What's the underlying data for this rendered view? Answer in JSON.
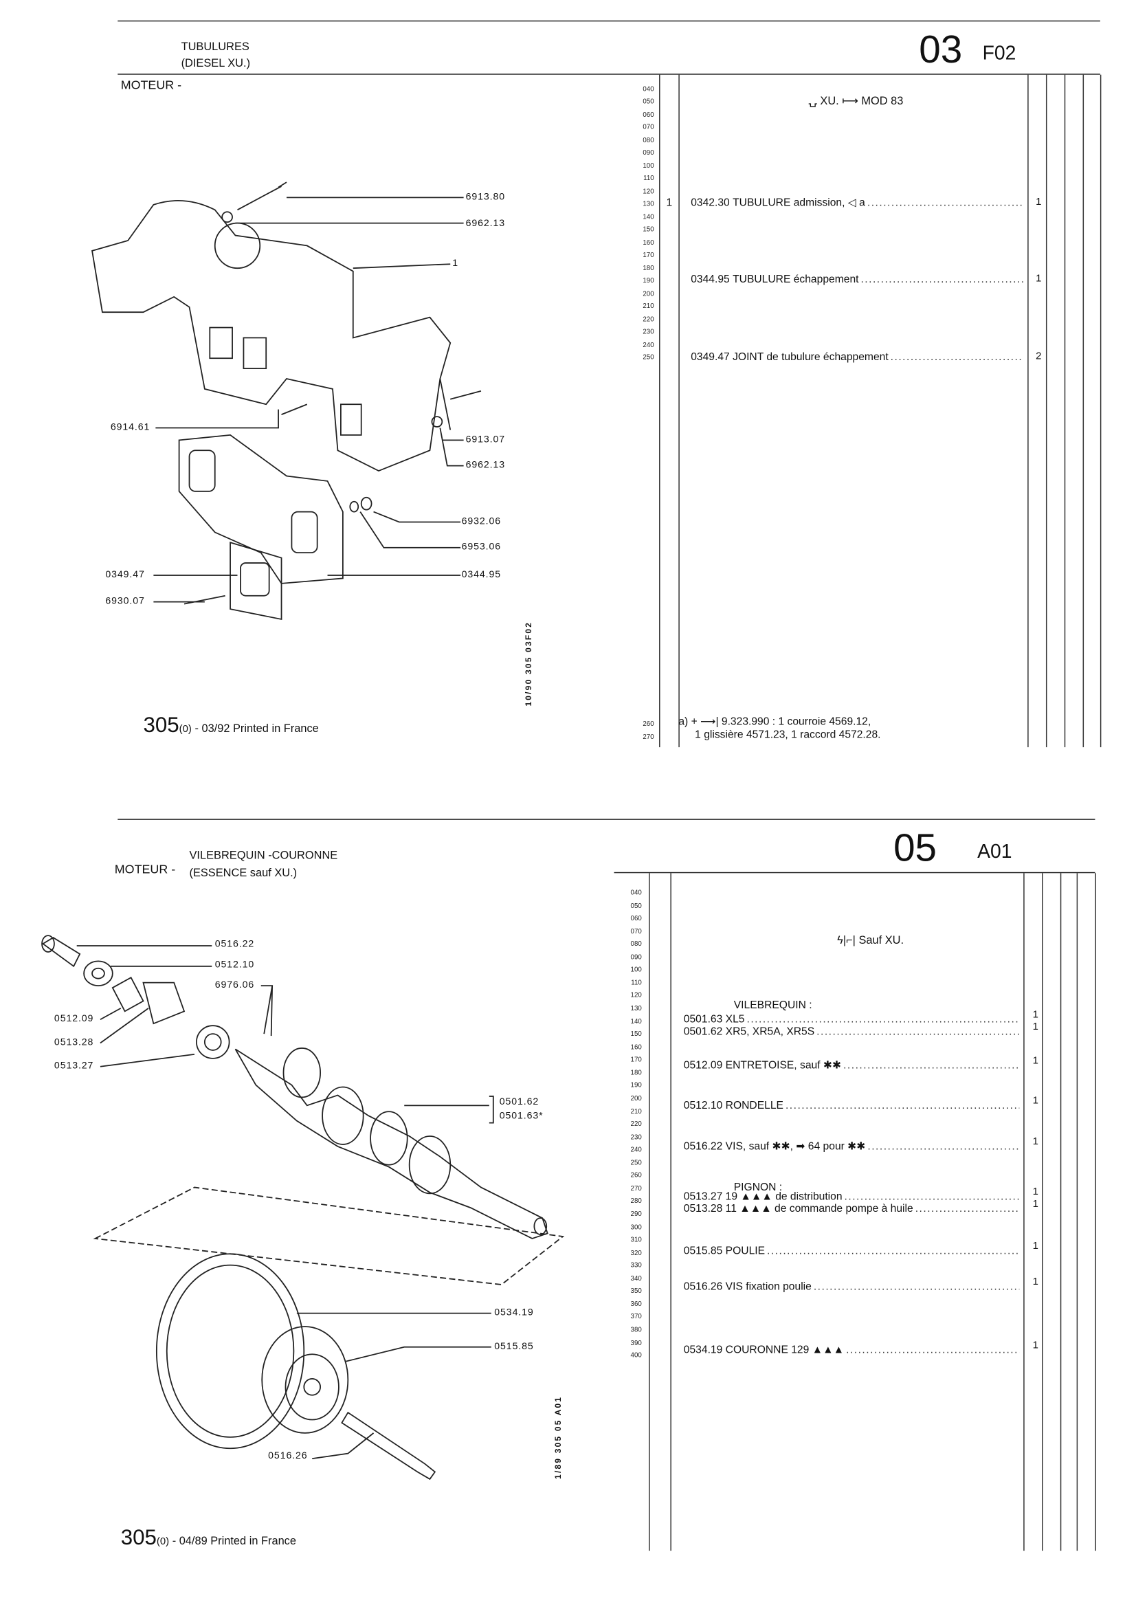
{
  "page1": {
    "header": {
      "prefix": "MOTEUR -",
      "title_line1": "TUBULURES",
      "title_line2": "(DIESEL XU.)",
      "group": "03",
      "subgroup": "F02"
    },
    "row_numbers": [
      "040",
      "050",
      "060",
      "070",
      "080",
      "090",
      "100",
      "110",
      "120",
      "130",
      "140",
      "150",
      "160",
      "170",
      "180",
      "190",
      "200",
      "210",
      "220",
      "230",
      "240",
      "250"
    ],
    "row_numbers_foot": [
      "260",
      "270"
    ],
    "note": "⍽ XU. ⟼ MOD 83",
    "items": [
      {
        "ref": "1",
        "part": "0342.30",
        "desc": "TUBULURE admission, ◁ a",
        "qty": "1"
      },
      {
        "ref": "",
        "part": "0344.95",
        "desc": "TUBULURE échappement",
        "qty": "1"
      },
      {
        "ref": "",
        "part": "0349.47",
        "desc": "JOINT de tubulure échappement",
        "qty": "2"
      }
    ],
    "footnote_line1": "a)  +  ⟶| 9.323.990 : 1 courroie 4569.12,",
    "footnote_line2": "1 glissière 4571.23, 1 raccord 4572.28.",
    "callouts": [
      "6913.80",
      "6962.13",
      "1",
      "6914.61",
      "6913.07",
      "6962.13",
      "6932.06",
      "6953.06",
      "0349.47",
      "0344.95",
      "6930.07"
    ],
    "vertical_code": "10/90 305 03F02",
    "footer": {
      "model": "305",
      "suffix": "(0)",
      "text": " - 03/92 Printed in France"
    }
  },
  "page2": {
    "header": {
      "prefix": "MOTEUR -",
      "title_line1": "VILEBREQUIN -COURONNE",
      "title_line2": "(ESSENCE sauf XU.)",
      "group": "05",
      "subgroup": "A01"
    },
    "row_numbers": [
      "040",
      "050",
      "060",
      "070",
      "080",
      "090",
      "100",
      "110",
      "120",
      "130",
      "140",
      "150",
      "160",
      "170",
      "180",
      "190",
      "200",
      "210",
      "220",
      "230",
      "240",
      "250",
      "260",
      "270",
      "280",
      "290",
      "300",
      "310",
      "320",
      "330",
      "340",
      "350",
      "360",
      "370",
      "380",
      "390",
      "400"
    ],
    "note": "ϟ|⌐| Sauf XU.",
    "heading_vilebrequin": "VILEBREQUIN :",
    "heading_pignon": "PIGNON :",
    "items": [
      {
        "part": "0501.63",
        "desc": " XL5",
        "qty": "1"
      },
      {
        "part": "0501.62",
        "desc": " XR5, XR5A, XR5S",
        "qty": "1"
      },
      {
        "part": "0512.09",
        "desc": "ENTRETOISE, sauf ✱✱",
        "qty": "1"
      },
      {
        "part": "0512.10",
        "desc": "RONDELLE",
        "qty": "1"
      },
      {
        "part": "0516.22",
        "desc": "VIS, sauf ✱✱, ➡ 64 pour ✱✱",
        "qty": "1"
      },
      {
        "part": "0513.27",
        "desc": " 19 ▲▲▲ de distribution",
        "qty": "1"
      },
      {
        "part": "0513.28",
        "desc": " 11 ▲▲▲ de commande pompe à huile",
        "qty": "1"
      },
      {
        "part": "0515.85",
        "desc": "POULIE",
        "qty": "1"
      },
      {
        "part": "0516.26",
        "desc": "VIS fixation poulie",
        "qty": "1"
      },
      {
        "part": "0534.19",
        "desc": "COURONNE 129 ▲▲▲",
        "qty": "1"
      }
    ],
    "callouts": [
      "0516.22",
      "0512.10",
      "6976.06",
      "0512.09",
      "0513.28",
      "0513.27",
      "0501.62",
      "0501.63*",
      "0534.19",
      "0515.85",
      "0516.26"
    ],
    "vertical_code": "1/89 305 05 A01",
    "footer": {
      "model": "305",
      "suffix": "(0)",
      "text": " - 04/89 Printed in France"
    }
  }
}
